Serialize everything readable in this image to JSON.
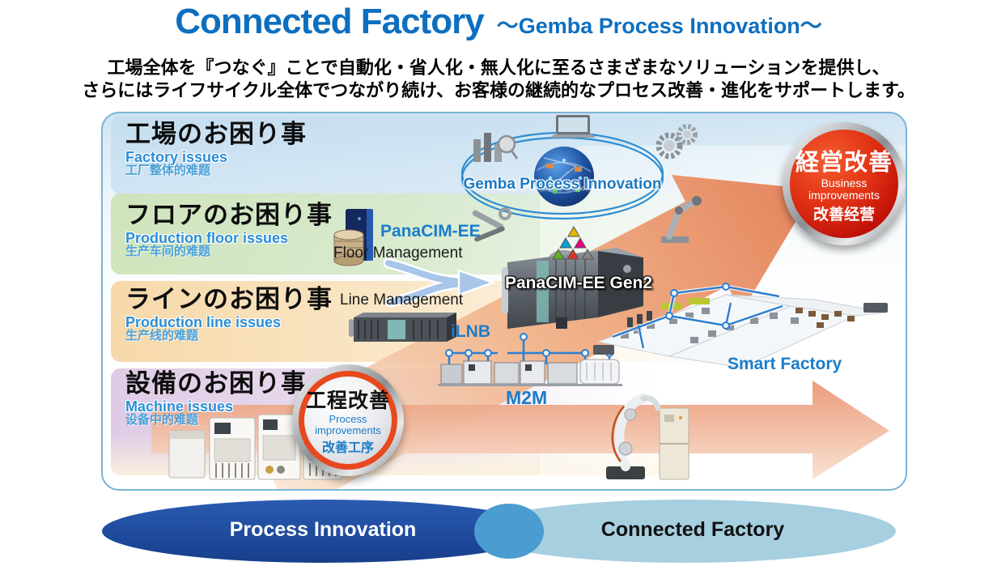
{
  "header": {
    "title": "Connected Factory",
    "subtitle": "～Gemba Process Innovation～",
    "description_line1": "工場全体を『つなぐ』ことで自動化・省人化・無人化に至るさまざまなソリューションを提供し、",
    "description_line2": "さらにはライフサイクル全体でつながり続け、お客様の継続的なプロセス改善・進化をサポートします。"
  },
  "rows": [
    {
      "jp": "工場のお困り事",
      "en": "Factory issues",
      "cn": "工厂整体的难题"
    },
    {
      "jp": "フロアのお困り事",
      "en": "Production floor issues",
      "cn": "生产车间的难题"
    },
    {
      "jp": "ラインのお困り事",
      "en": "Production line issues",
      "cn": "生产线的难题"
    },
    {
      "jp": "設備のお困り事",
      "en": "Machine issues",
      "cn": "设备中的难题"
    }
  ],
  "badges": {
    "business": {
      "jp": "経営改善",
      "en1": "Business",
      "en2": "improvements",
      "cn": "改善经营"
    },
    "process": {
      "jp": "工程改善",
      "en1": "Process",
      "en2": "improvements",
      "cn": "改善工序"
    }
  },
  "items": {
    "gemba": "Gemba Process Innovation",
    "panacim": "PanaCIM-EE",
    "floor_mgmt": "Floor Management",
    "line_mgmt": "Line Management",
    "ilnb": "iLNB",
    "panacim_gen2": "PanaCIM-EE Gen2",
    "m2m": "M2M",
    "smart_factory": "Smart Factory"
  },
  "footer": {
    "left": "Process Innovation",
    "right": "Connected Factory"
  },
  "icons": {
    "orbit": [
      "analytics-icon",
      "laptop-icon",
      "gears-icon",
      "robot-arm-icon",
      "refresh-icon",
      "tools-icon"
    ],
    "globe": "network-globe-icon"
  },
  "colors": {
    "title_blue": "#0d6fc0",
    "label_blue": "#1b7dc9",
    "arrow_orange": "#e8906a",
    "badge_red": "#d41a10",
    "network_blue": "#2e7fd0",
    "ellipse_dark_blue": "#1e4c9e",
    "ellipse_light_blue": "#a6cfe0",
    "frame_border": "#79b5d9"
  }
}
